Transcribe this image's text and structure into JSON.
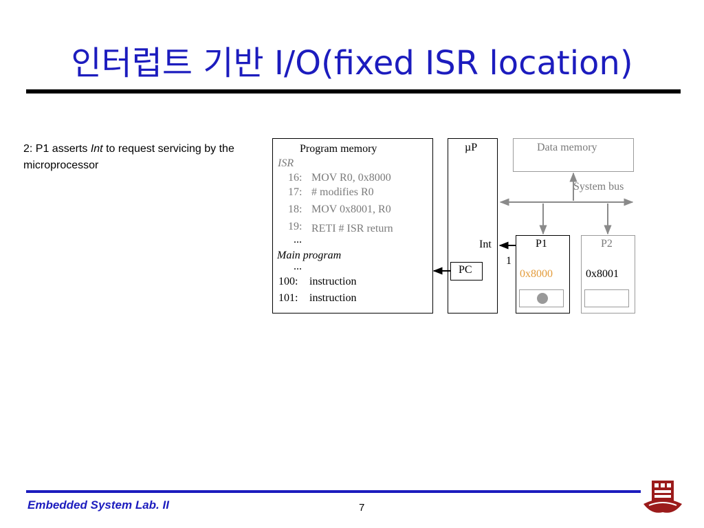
{
  "title": "인터럽트 기반 I/O(fixed ISR location)",
  "step": {
    "prefix": "2: P1 asserts ",
    "signal": "Int",
    "suffix": " to request servicing by the microprocessor"
  },
  "diagram": {
    "program_memory": {
      "label": "Program memory",
      "isr_label": "ISR",
      "isr_lines": [
        {
          "addr": "16:",
          "code": "MOV R0, 0x8000"
        },
        {
          "addr": "17:",
          "code": "# modifies R0"
        },
        {
          "addr": "18:",
          "code": "MOV 0x8001, R0"
        },
        {
          "addr": "19:",
          "code": "RETI  # ISR return"
        }
      ],
      "ellipsis1": "...",
      "main_label": "Main program",
      "ellipsis2": "...",
      "main_lines": [
        {
          "addr": "100:",
          "code": "instruction"
        },
        {
          "addr": "101:",
          "code": "instruction"
        }
      ]
    },
    "micro": {
      "label": "µP",
      "int_label": "Int",
      "pc_label": "PC"
    },
    "data_memory": {
      "label": "Data memory"
    },
    "system_bus": {
      "label": "System bus"
    },
    "p1": {
      "label": "P1",
      "address": "0x8000"
    },
    "p2": {
      "label": "P2",
      "address": "0x8001"
    },
    "int_value": "1"
  },
  "footer": {
    "lab": "Embedded System Lab. II",
    "page": "7"
  },
  "colors": {
    "title": "#1c1cbe",
    "highlight": "#e39b3a",
    "muted": "#7a7a7a"
  },
  "icons": {
    "logo": "university-emblem-icon"
  }
}
